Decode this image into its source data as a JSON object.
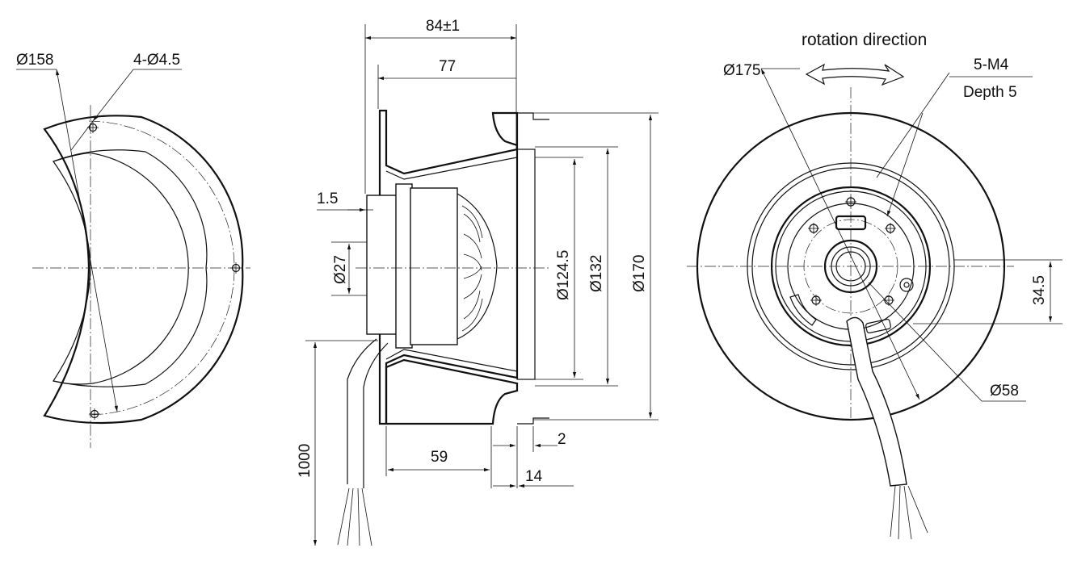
{
  "left_view": {
    "dia_outer": "Ø158",
    "holes": "4-Ø4.5"
  },
  "side_view": {
    "overall_length": "84±1",
    "impeller_length": "77",
    "motor_offset": "1.5",
    "hub_dia": "Ø27",
    "inlet_dia": "Ø124.5",
    "inner_dia": "Ø132",
    "outer_dia": "Ø170",
    "cable_length": "1000",
    "mount_length": "59",
    "gap": "2",
    "flange": "14"
  },
  "front_view": {
    "rotation_label": "rotation direction",
    "dia_bolt_circle": "Ø175",
    "thread": "5-M4",
    "thread_depth": "Depth 5",
    "offset": "34.5",
    "dia_hub": "Ø58"
  }
}
